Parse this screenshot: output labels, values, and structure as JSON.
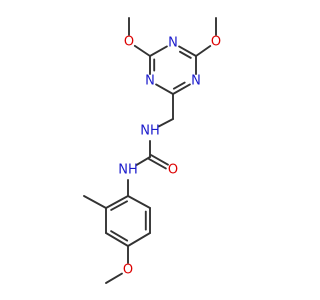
{
  "molecule": {
    "colors": {
      "bond": "#333333",
      "N": "#1a1acc",
      "O": "#dd0000",
      "background": "#ffffff"
    },
    "atoms": [
      {
        "id": "Ntop",
        "label": "N",
        "element": "N"
      },
      {
        "id": "Nleft",
        "label": "N",
        "element": "N"
      },
      {
        "id": "Nright",
        "label": "N",
        "element": "N"
      },
      {
        "id": "OtopLeft",
        "label": "O",
        "element": "O"
      },
      {
        "id": "OtopRight",
        "label": "O",
        "element": "O"
      },
      {
        "id": "NHupper",
        "label": "NH",
        "element": "N"
      },
      {
        "id": "NHlower",
        "label": "NH",
        "element": "N"
      },
      {
        "id": "Ocarbonyl",
        "label": "O",
        "element": "O"
      },
      {
        "id": "Obottom",
        "label": "O",
        "element": "O"
      }
    ]
  }
}
